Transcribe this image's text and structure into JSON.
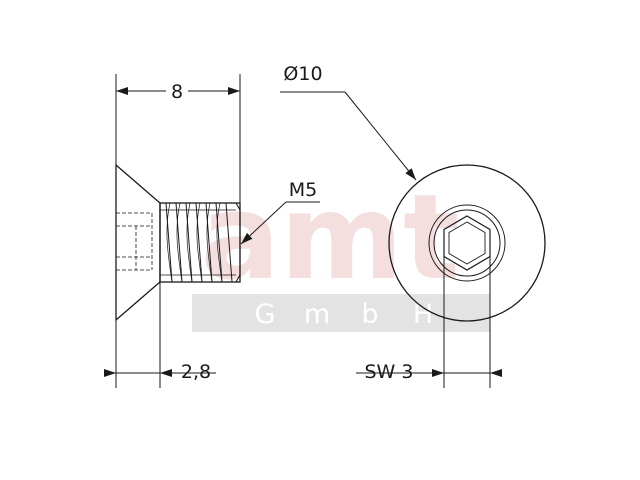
{
  "watermark": {
    "brand": "amt",
    "sub_letters": [
      "G",
      "m",
      "b",
      "H"
    ],
    "brand_color": "#f4dede",
    "band_color": "#e3e3e3"
  },
  "dimensions": {
    "length": "8",
    "head_height": "2,8",
    "thread": "M5",
    "head_diameter": "Ø10",
    "hex_size": "SW 3"
  },
  "colors": {
    "line": "#1a1a1a"
  }
}
